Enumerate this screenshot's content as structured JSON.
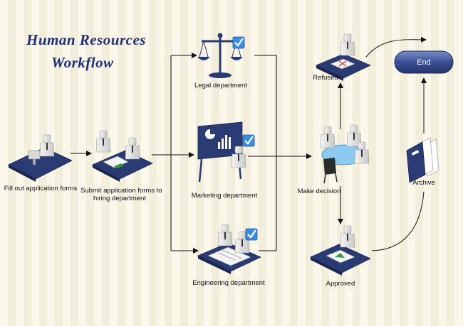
{
  "title": {
    "line1": "Human Resources",
    "line2": "Workflow"
  },
  "steps": {
    "fill_forms": "Fill out application forms",
    "submit_forms_line1": "Submit application forms to",
    "submit_forms_line2": "hiring department",
    "legal": "Legal department",
    "marketing": "Marketing department",
    "engineering": "Engineering department",
    "decision": "Make decision",
    "refused": "Refused",
    "approved": "Approved",
    "archive": "Archive",
    "end": "End"
  },
  "colors": {
    "navy": "#2b3a70",
    "connector": "#111111",
    "check_blue": "#2f7fd8",
    "approved_green": "#3a9a3a",
    "refused_red": "#c23030"
  }
}
